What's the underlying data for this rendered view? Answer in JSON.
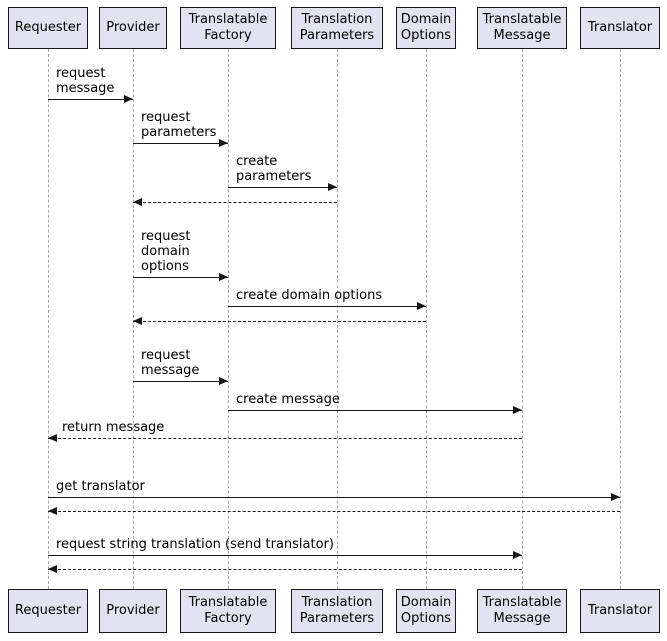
{
  "diagram": {
    "type": "uml-sequence-diagram",
    "colors": {
      "background": "#FFFFFF",
      "participant_fill": "#E2E2F0",
      "participant_border": "#181818",
      "lifeline": "#A8A8A8",
      "arrow": "#181818",
      "text": "#000000"
    },
    "participants": [
      {
        "label": "Requester"
      },
      {
        "label": "Provider"
      },
      {
        "label": "Translatable Factory"
      },
      {
        "label": "Translation Parameters"
      },
      {
        "label": "Domain Options"
      },
      {
        "label": "Translatable Message"
      },
      {
        "label": "Translator"
      }
    ],
    "messages": [
      {
        "label": "request\nmessage",
        "from": "Requester",
        "to": "Provider",
        "type": "solid"
      },
      {
        "label": "request\nparameters",
        "from": "Provider",
        "to": "Translatable Factory",
        "type": "solid"
      },
      {
        "label": "create\nparameters",
        "from": "Translatable Factory",
        "to": "Translation Parameters",
        "type": "solid"
      },
      {
        "label": "",
        "from": "Translation Parameters",
        "to": "Provider",
        "type": "dashed-return"
      },
      {
        "label": "request\ndomain\noptions",
        "from": "Provider",
        "to": "Translatable Factory",
        "type": "solid"
      },
      {
        "label": "create domain options",
        "from": "Translatable Factory",
        "to": "Domain Options",
        "type": "solid"
      },
      {
        "label": "",
        "from": "Domain Options",
        "to": "Provider",
        "type": "dashed-return"
      },
      {
        "label": "request\nmessage",
        "from": "Provider",
        "to": "Translatable Factory",
        "type": "solid"
      },
      {
        "label": "create message",
        "from": "Translatable Factory",
        "to": "Translatable Message",
        "type": "solid"
      },
      {
        "label": "return message",
        "from": "Translatable Message",
        "to": "Requester",
        "type": "dashed-return"
      },
      {
        "label": "get translator",
        "from": "Requester",
        "to": "Translator",
        "type": "solid"
      },
      {
        "label": "",
        "from": "Translator",
        "to": "Requester",
        "type": "dashed-return"
      },
      {
        "label": "request string translation (send translator)",
        "from": "Requester",
        "to": "Translatable Message",
        "type": "solid"
      },
      {
        "label": "",
        "from": "Translatable Message",
        "to": "Requester",
        "type": "dashed-return"
      }
    ]
  }
}
